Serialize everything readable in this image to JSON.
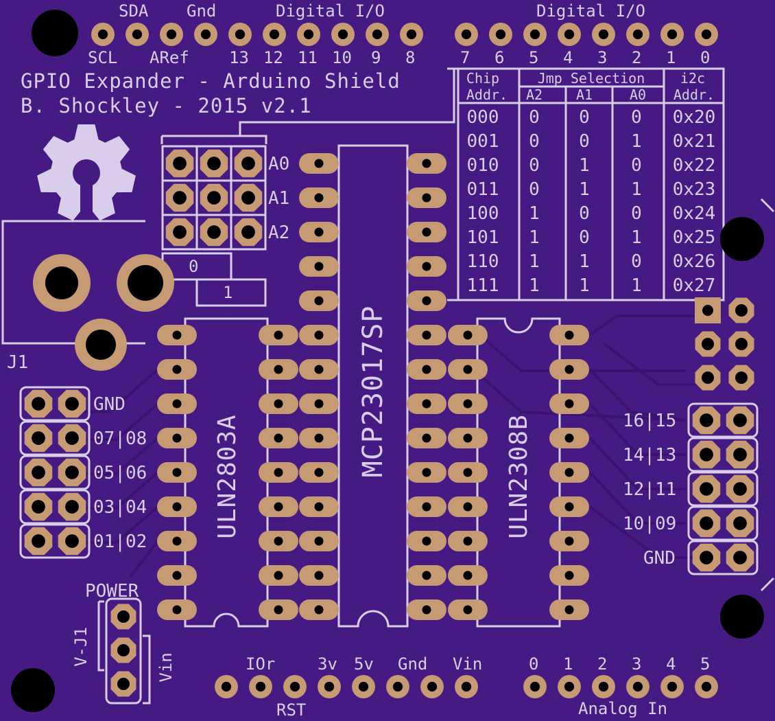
{
  "board": {
    "title": "GPIO Expander - Arduino Shield",
    "author": "B. Shockley - 2015 v2.1",
    "colors": {
      "substrate": "#461a83",
      "silkscreen": "#d8cdea",
      "pad": "#c69a73",
      "hole": "#000000"
    }
  },
  "top_header": {
    "top_labels": [
      "SDA",
      "Gnd",
      "Digital I/O",
      "Digital I/O"
    ],
    "bottom_labels": [
      "SCL",
      "ARef",
      "13",
      "12",
      "11",
      "10",
      "9",
      "8",
      "7",
      "6",
      "5",
      "4",
      "3",
      "2",
      "1",
      "0"
    ]
  },
  "bottom_header": {
    "power_labels": [
      "IOr",
      "3v",
      "5v",
      "Gnd",
      "Vin"
    ],
    "rst_label": "RST",
    "analog_labels": [
      "0",
      "1",
      "2",
      "3",
      "4",
      "5"
    ],
    "analog_title": "Analog In"
  },
  "jumpers": {
    "labels": [
      "A0",
      "A1",
      "A2"
    ],
    "bar_zero": "0",
    "bar_one": "1"
  },
  "chips": {
    "left": "ULN2803A",
    "center": "MCP23017SP",
    "right": "ULN2308B"
  },
  "connector": {
    "label": "J1"
  },
  "left_header_labels": [
    "GND",
    "07|08",
    "05|06",
    "03|04",
    "01|02"
  ],
  "right_header_labels": [
    "16|15",
    "14|13",
    "12|11",
    "10|09",
    "GND"
  ],
  "power_select": {
    "title": "POWER",
    "v_j1": "V-J1",
    "vin": "Vin"
  },
  "address_table": {
    "headers": {
      "chip": [
        "Chip",
        "Addr."
      ],
      "jmp": "Jmp Selection",
      "i2c": [
        "i2c",
        "Addr."
      ],
      "sub": [
        "A2",
        "A1",
        "A0"
      ]
    },
    "rows": [
      [
        "000",
        "0",
        "0",
        "0",
        "0x20"
      ],
      [
        "001",
        "0",
        "0",
        "1",
        "0x21"
      ],
      [
        "010",
        "0",
        "1",
        "0",
        "0x22"
      ],
      [
        "011",
        "0",
        "1",
        "1",
        "0x23"
      ],
      [
        "100",
        "1",
        "0",
        "0",
        "0x24"
      ],
      [
        "101",
        "1",
        "0",
        "1",
        "0x25"
      ],
      [
        "110",
        "1",
        "1",
        "0",
        "0x26"
      ],
      [
        "111",
        "1",
        "1",
        "1",
        "0x27"
      ]
    ]
  }
}
